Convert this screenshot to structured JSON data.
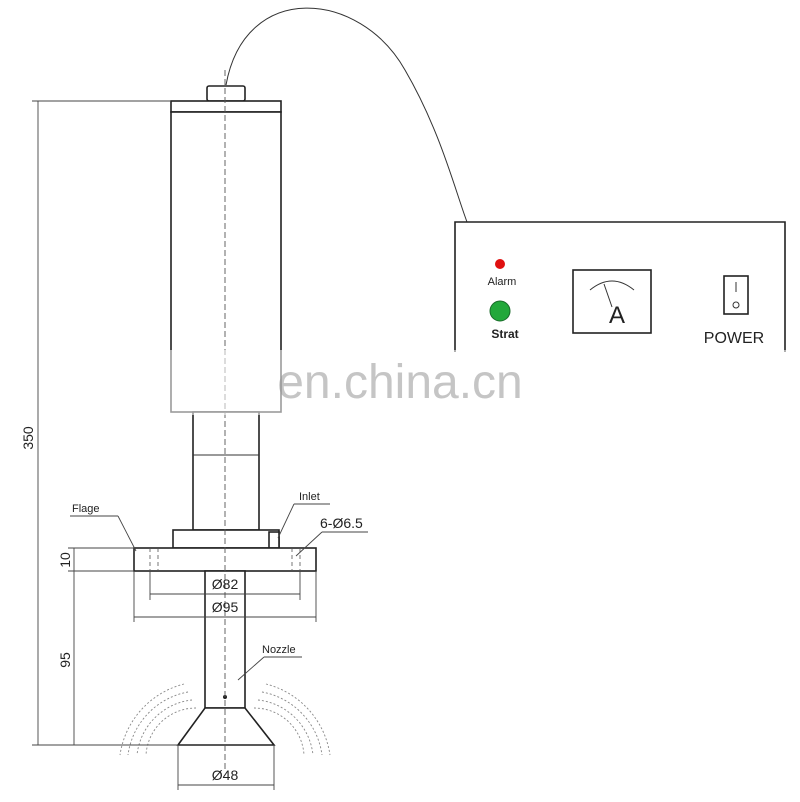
{
  "dimensions": {
    "height_total": "350",
    "flange_thickness": "10",
    "nozzle_length": "95",
    "bore_diameter": "Ø82",
    "flange_diameter": "Ø95",
    "nozzle_diameter": "Ø48",
    "bolt_holes": "6-Ø6.5"
  },
  "callouts": {
    "flange": "Flage",
    "inlet": "Inlet",
    "nozzle": "Nozzle"
  },
  "generator": {
    "alarm_label": "Alarm",
    "start_label": "Strat",
    "meter_symbol": "A",
    "power_label": "POWER",
    "alarm_color": "#e01010",
    "start_color": "#22a83a"
  },
  "watermark": "en.china.cn"
}
